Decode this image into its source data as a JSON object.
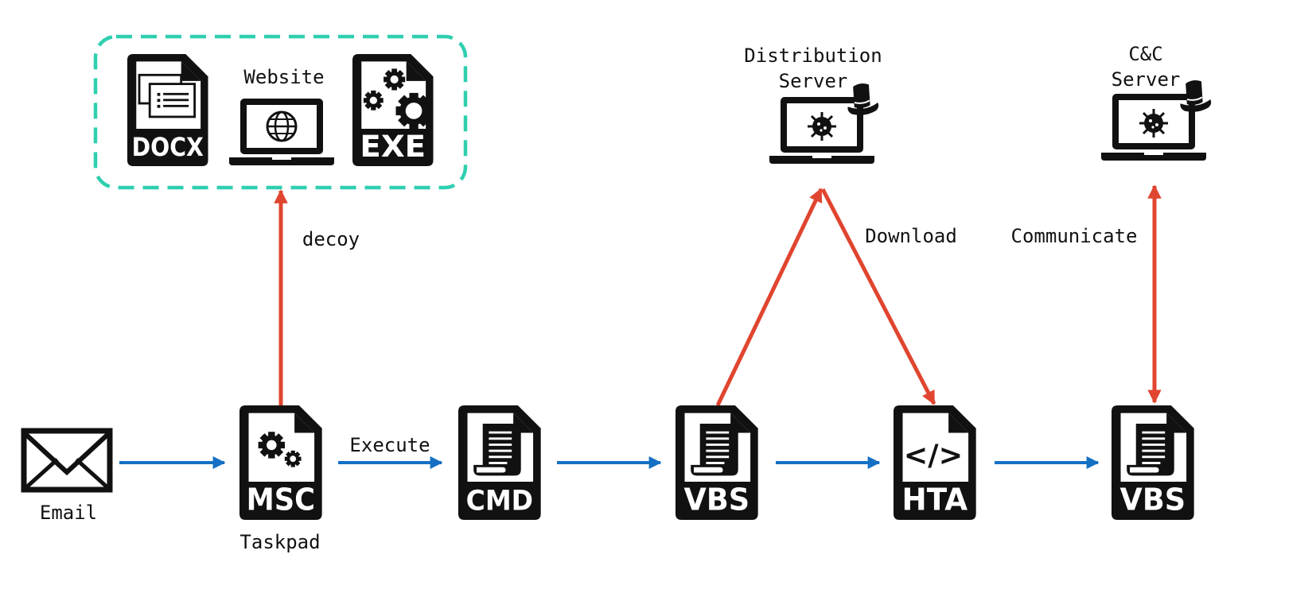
{
  "colors": {
    "ink": "#111111",
    "flow_arrow": "#1570c4",
    "attack_arrow": "#e0452f",
    "group_border": "#2fcfb0"
  },
  "email": {
    "label": "Email",
    "icon": "envelope-icon"
  },
  "msc": {
    "type_label": "MSC",
    "caption": "Taskpad",
    "icon": "gears-file-icon"
  },
  "cmd": {
    "type_label": "CMD",
    "icon": "scroll-file-icon"
  },
  "vbs1": {
    "type_label": "VBS",
    "icon": "scroll-file-icon"
  },
  "hta": {
    "type_label": "HTA",
    "glyph": "</>",
    "icon": "code-file-icon"
  },
  "vbs2": {
    "type_label": "VBS",
    "icon": "scroll-file-icon"
  },
  "decoys": {
    "docx": {
      "type_label": "DOCX",
      "icon": "document-file-icon"
    },
    "website": {
      "label": "Website",
      "icon": "laptop-globe-icon"
    },
    "exe": {
      "type_label": "EXE",
      "icon": "gears-file-icon"
    }
  },
  "distribution_server": {
    "label_line1": "Distribution",
    "label_line2": "Server",
    "icon": "laptop-virus-tophat-icon"
  },
  "cc_server": {
    "label_line1": "C&C",
    "label_line2": "Server",
    "icon": "laptop-virus-tophat-icon"
  },
  "edges": {
    "execute": "Execute",
    "decoy": "decoy",
    "download": "Download",
    "communicate": "Communicate"
  }
}
